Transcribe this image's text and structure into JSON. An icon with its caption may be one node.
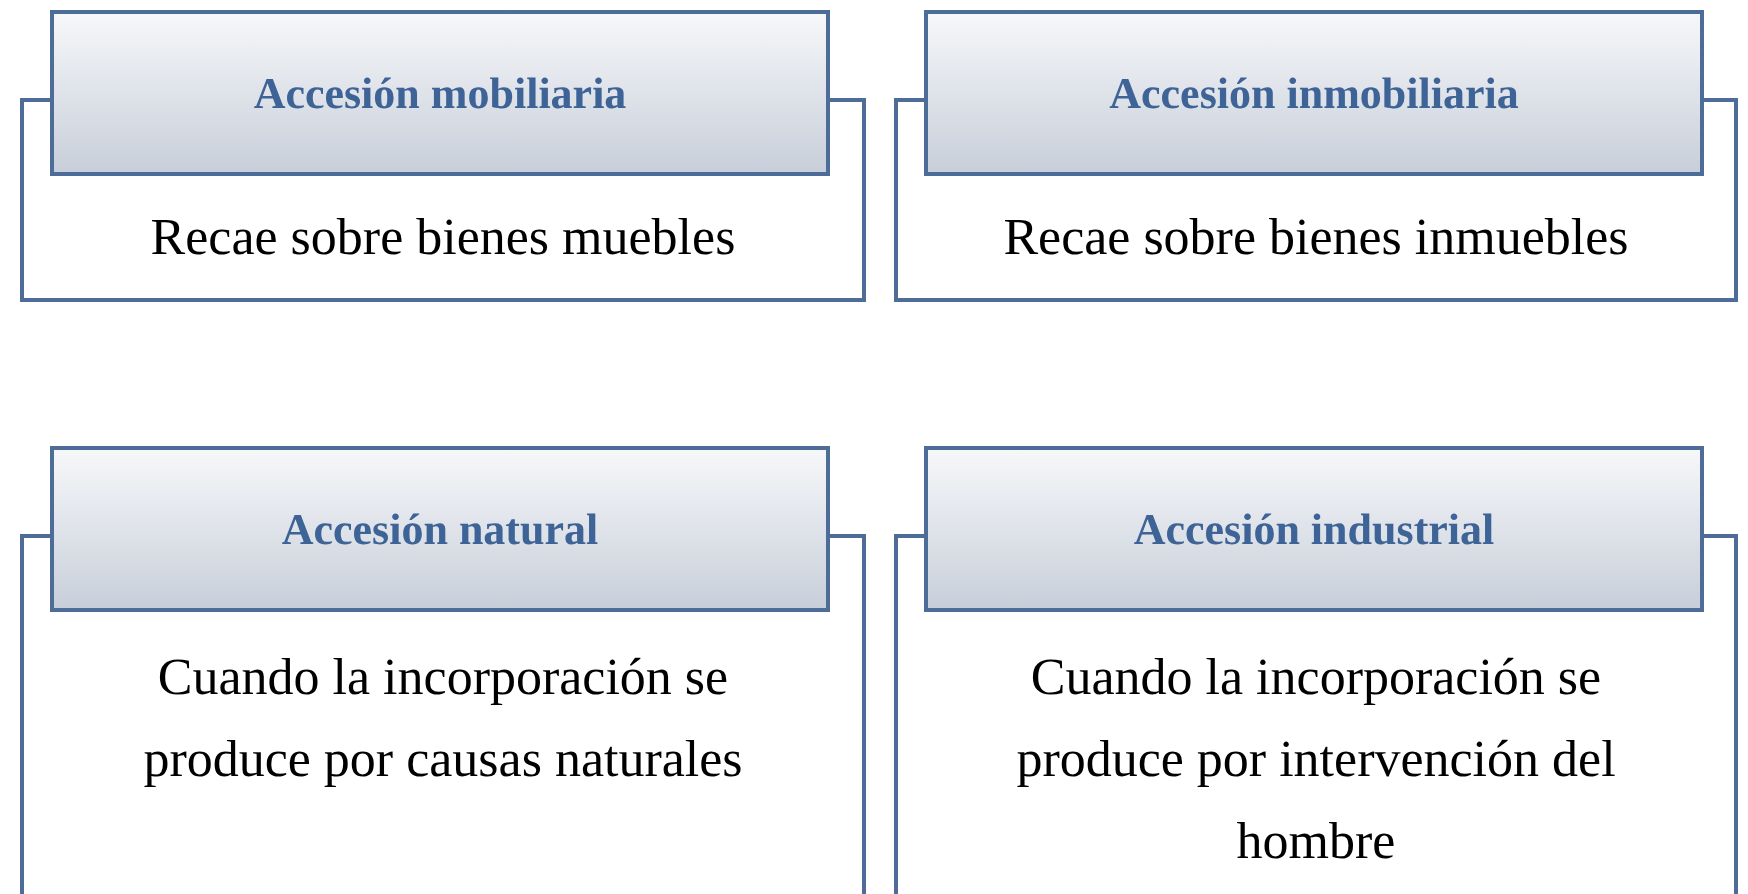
{
  "diagram": {
    "nodes": [
      {
        "text": [
          "Accesión mobiliaria"
        ]
      },
      {
        "text": [
          "Recae sobre bienes muebles"
        ]
      },
      {
        "text": [
          "Accesión inmobiliaria"
        ]
      },
      {
        "text": [
          "Recae sobre bienes inmuebles"
        ]
      },
      {
        "text": [
          "Accesión natural"
        ]
      },
      {
        "text": [
          "Cuando la incorporación se produce por causas naturales"
        ]
      },
      {
        "text": [
          "Accesión industrial"
        ]
      },
      {
        "text": [
          "Cuando la incorporación se produce por intervención del hombre"
        ]
      }
    ]
  }
}
